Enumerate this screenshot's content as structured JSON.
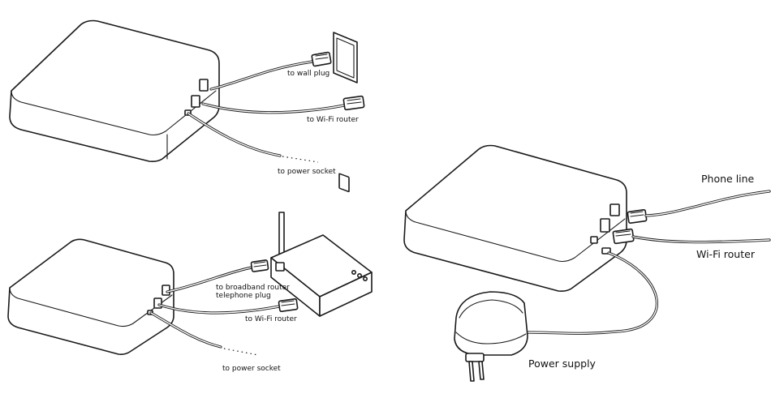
{
  "panel_top_left": {
    "wall_plug_label": "to wall plug",
    "wifi_router_label": "to Wi-Fi router",
    "power_socket_label": "to power socket"
  },
  "panel_bottom_left": {
    "broadband_label_line1": "to broadband router",
    "broadband_label_line2": "telephone plug",
    "wifi_router_label": "to Wi-Fi router",
    "power_socket_label": "to power socket"
  },
  "panel_right": {
    "phone_line_label": "Phone line",
    "wifi_router_label": "Wi-Fi router",
    "power_supply_label": "Power supply"
  }
}
